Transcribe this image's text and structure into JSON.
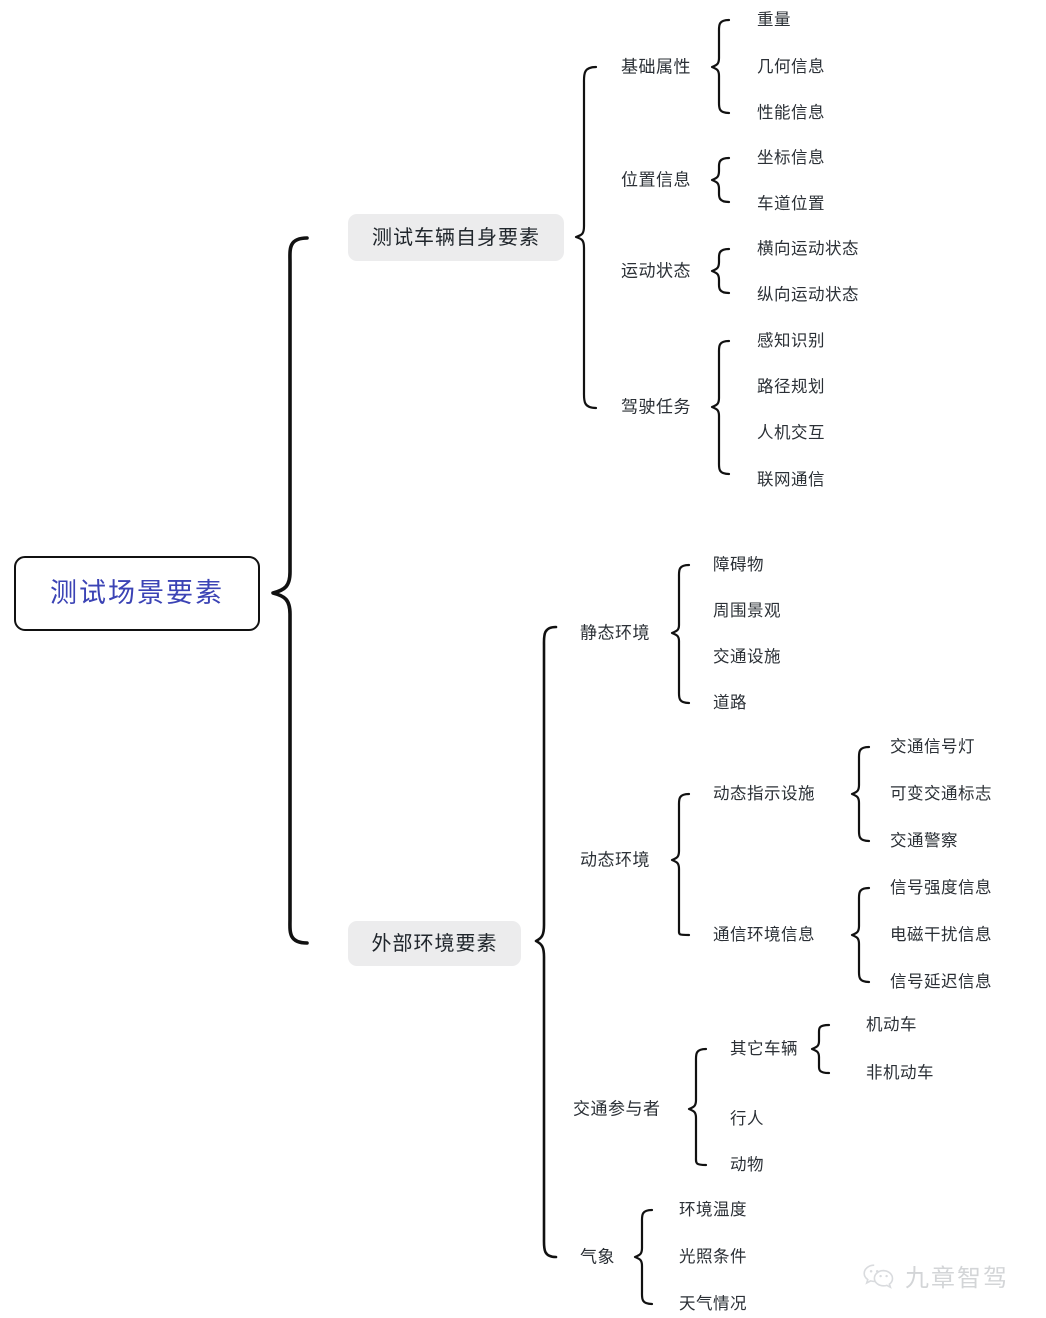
{
  "diagram": {
    "title": "测试场景要素",
    "root": {
      "label": "测试场景要素",
      "color": "#3b43b5"
    },
    "branches": [
      {
        "label": "测试车辆自身要素",
        "children": [
          {
            "label": "基础属性",
            "children": [
              {
                "label": "重量"
              },
              {
                "label": "几何信息"
              },
              {
                "label": "性能信息"
              }
            ]
          },
          {
            "label": "位置信息",
            "children": [
              {
                "label": "坐标信息"
              },
              {
                "label": "车道位置"
              }
            ]
          },
          {
            "label": "运动状态",
            "children": [
              {
                "label": "横向运动状态"
              },
              {
                "label": "纵向运动状态"
              }
            ]
          },
          {
            "label": "驾驶任务",
            "children": [
              {
                "label": "感知识别"
              },
              {
                "label": "路径规划"
              },
              {
                "label": "人机交互"
              },
              {
                "label": "联网通信"
              }
            ]
          }
        ]
      },
      {
        "label": "外部环境要素",
        "children": [
          {
            "label": "静态环境",
            "children": [
              {
                "label": "障碍物"
              },
              {
                "label": "周围景观"
              },
              {
                "label": "交通设施"
              },
              {
                "label": "道路"
              }
            ]
          },
          {
            "label": "动态环境",
            "children": [
              {
                "label": "动态指示设施",
                "children": [
                  {
                    "label": "交通信号灯"
                  },
                  {
                    "label": "可变交通标志"
                  },
                  {
                    "label": "交通警察"
                  }
                ]
              },
              {
                "label": "通信环境信息",
                "children": [
                  {
                    "label": "信号强度信息"
                  },
                  {
                    "label": "电磁干扰信息"
                  },
                  {
                    "label": "信号延迟信息"
                  }
                ]
              }
            ]
          },
          {
            "label": "交通参与者",
            "children": [
              {
                "label": "其它车辆",
                "children": [
                  {
                    "label": "机动车"
                  },
                  {
                    "label": "非机动车"
                  }
                ]
              },
              {
                "label": "行人"
              },
              {
                "label": "动物"
              }
            ]
          },
          {
            "label": "气象",
            "children": [
              {
                "label": "环境温度"
              },
              {
                "label": "光照条件"
              },
              {
                "label": "天气情况"
              }
            ]
          }
        ]
      }
    ]
  },
  "watermark": {
    "text": "九章智驾",
    "icon": "wechat-icon",
    "color": "#b9bcc0"
  },
  "colors": {
    "root_text": "#3b43b5",
    "root_border": "#111111",
    "pill_bg": "#ececed",
    "text": "#2b3036",
    "brace": "#111111"
  }
}
